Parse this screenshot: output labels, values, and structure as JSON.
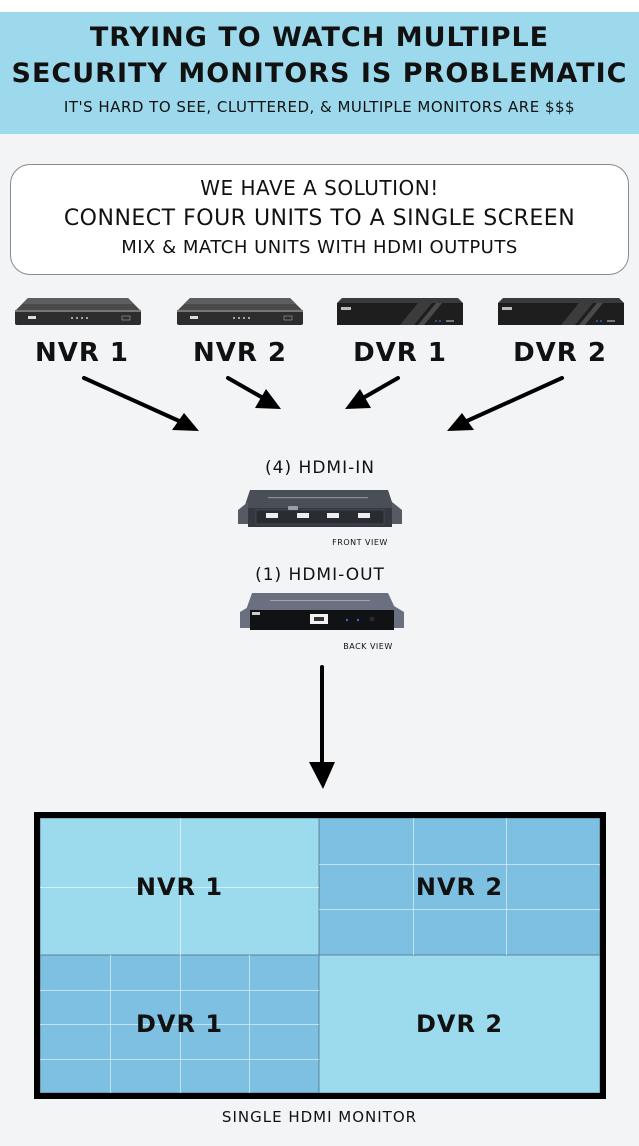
{
  "header": {
    "title_line1": "TRYING TO WATCH MULTIPLE",
    "title_line2": "SECURITY MONITORS IS PROBLEMATIC",
    "subtitle": "IT'S HARD TO SEE,  CLUTTERED,  & MULTIPLE MONITORS ARE $$$"
  },
  "solution": {
    "line1": "WE HAVE A SOLUTION!",
    "line2": "CONNECT FOUR UNITS TO A SINGLE SCREEN",
    "line3": "MIX & MATCH UNITS WITH HDMI OUTPUTS"
  },
  "devices": [
    {
      "label": "NVR 1",
      "type": "nvr-icon"
    },
    {
      "label": "NVR 2",
      "type": "nvr-icon"
    },
    {
      "label": "DVR 1",
      "type": "dvr-icon"
    },
    {
      "label": "DVR 2",
      "type": "dvr-icon"
    }
  ],
  "multiviewer": {
    "input_label": "(4) HDMI-IN",
    "front_caption": "FRONT VIEW",
    "output_label": "(1) HDMI-OUT",
    "back_caption": "BACK VIEW"
  },
  "monitor": {
    "quadrants": [
      {
        "label": "NVR 1",
        "grid": "2x2"
      },
      {
        "label": "NVR 2",
        "grid": "3x3"
      },
      {
        "label": "DVR 1",
        "grid": "4x4"
      },
      {
        "label": "DVR 2",
        "grid": "1x1"
      }
    ],
    "caption": "SINGLE HDMI MONITOR"
  },
  "colors": {
    "header_bg": "#9dd9ec",
    "screen_light": "#9cdbee",
    "screen_dark": "#7dc0e2",
    "page_bg": "#f3f4f6"
  }
}
